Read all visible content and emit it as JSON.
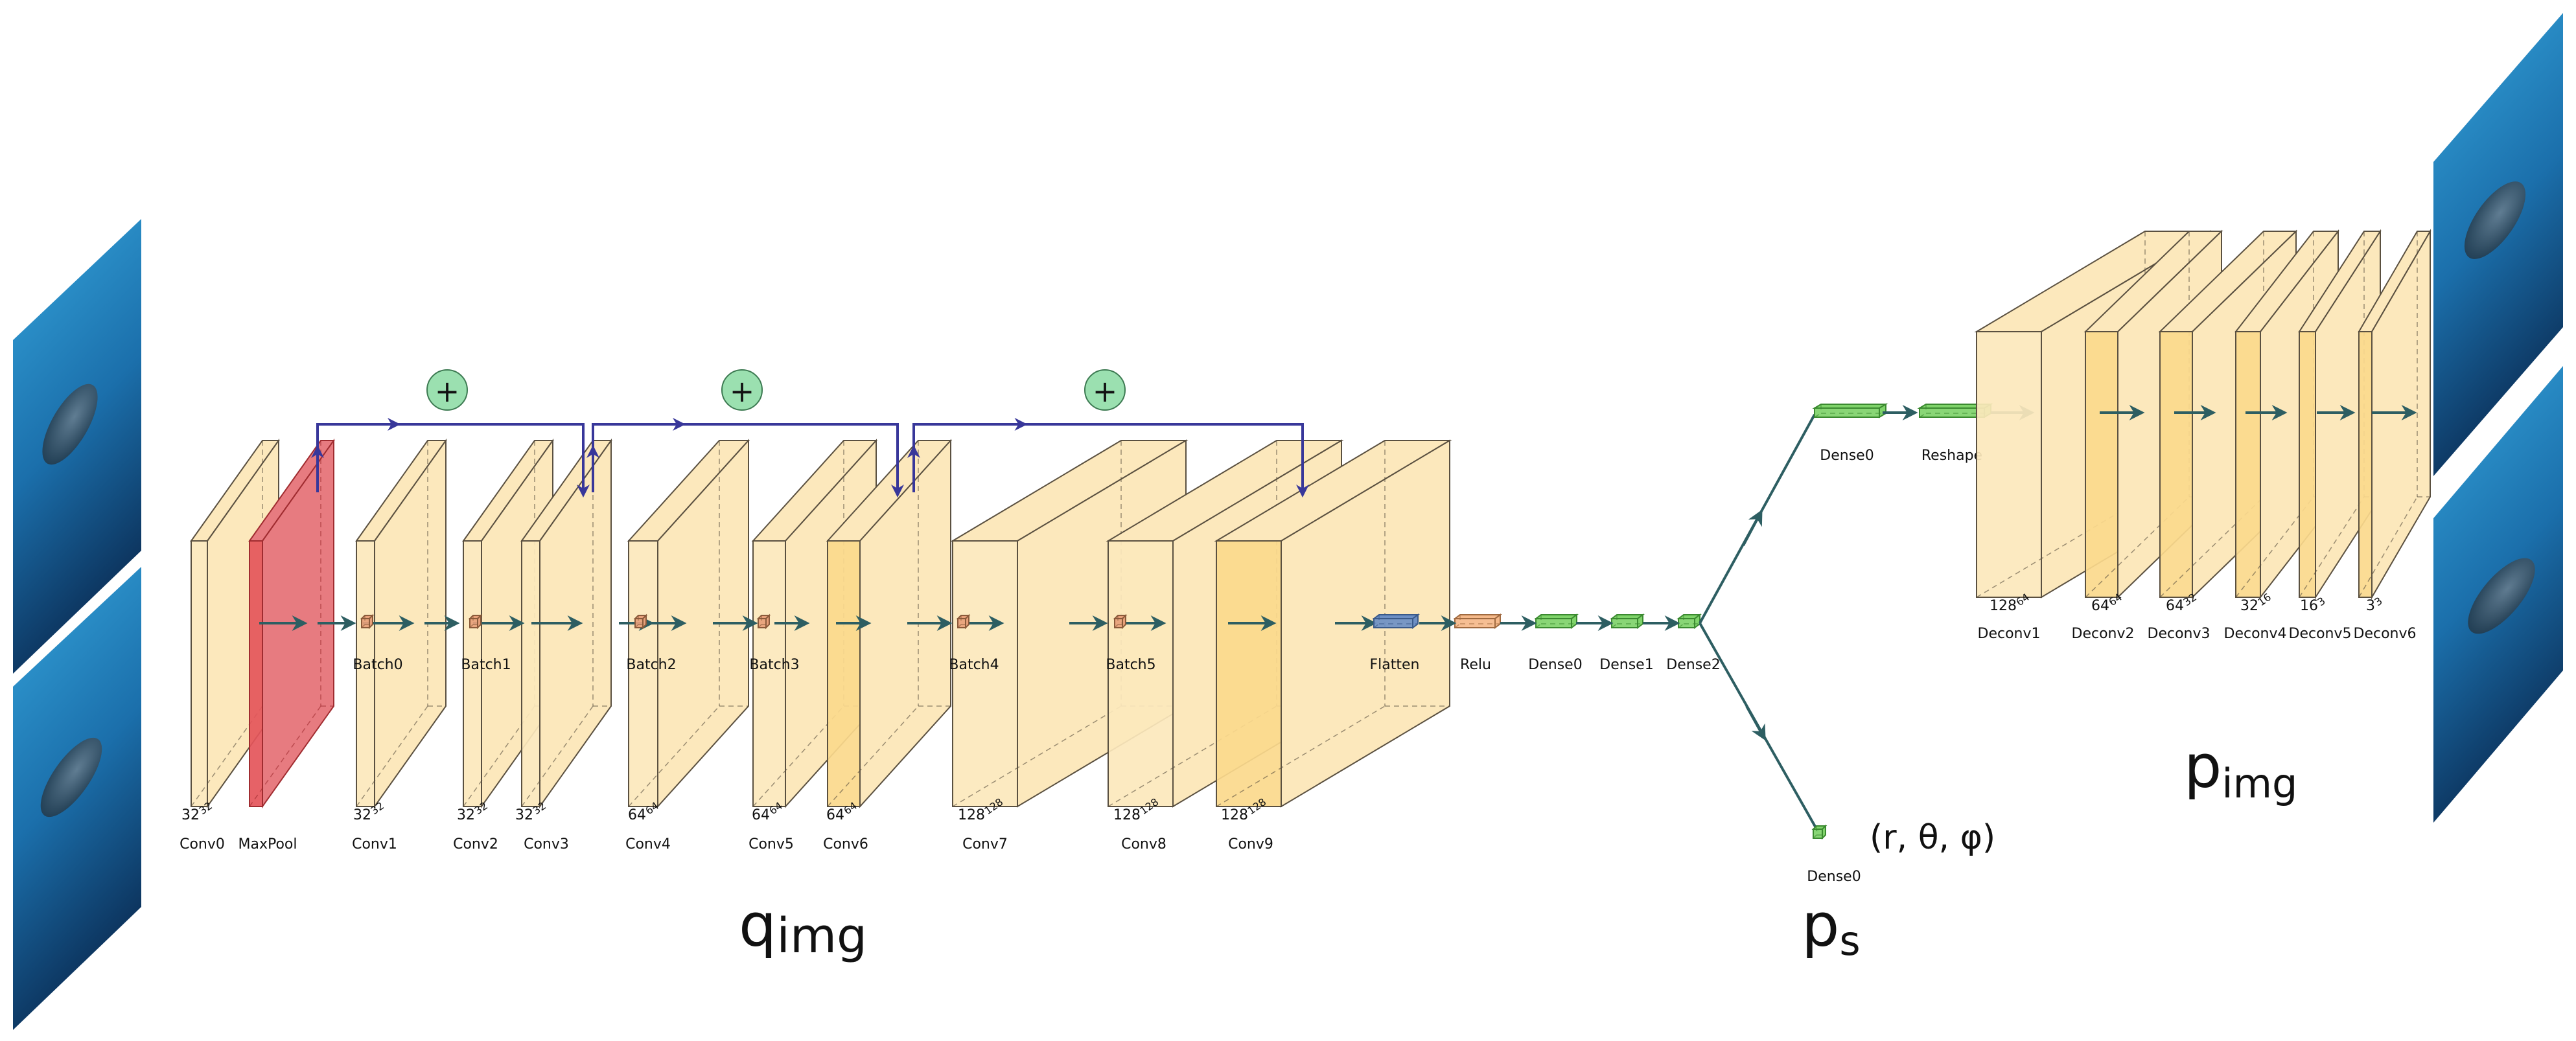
{
  "titles": {
    "encoder_main": "q",
    "encoder_sub": "img",
    "pose_main": "p",
    "pose_sub": "s",
    "decoder_main": "p",
    "decoder_sub": "img",
    "pose_output": "(r, θ, φ)"
  },
  "encoder_layers": [
    {
      "name": "Conv0",
      "size": "32",
      "depth": "32",
      "type": "conv"
    },
    {
      "name": "MaxPool",
      "size": "",
      "depth": "",
      "type": "pool"
    },
    {
      "name": "Conv1",
      "size": "32",
      "depth": "32",
      "type": "conv"
    },
    {
      "name": "Conv2",
      "size": "32",
      "depth": "32",
      "type": "conv"
    },
    {
      "name": "Conv3",
      "size": "32",
      "depth": "32",
      "type": "conv"
    },
    {
      "name": "Conv4",
      "size": "64",
      "depth": "64",
      "type": "conv"
    },
    {
      "name": "Conv5",
      "size": "64",
      "depth": "64",
      "type": "conv"
    },
    {
      "name": "Conv6",
      "size": "64",
      "depth": "64",
      "type": "conv"
    },
    {
      "name": "Conv7",
      "size": "128",
      "depth": "128",
      "type": "conv"
    },
    {
      "name": "Conv8",
      "size": "128",
      "depth": "128",
      "type": "conv"
    },
    {
      "name": "Conv9",
      "size": "128",
      "depth": "128",
      "type": "conv"
    }
  ],
  "batch_labels": [
    "Batch0",
    "Batch1",
    "Batch2",
    "Batch3",
    "Batch4",
    "Batch5"
  ],
  "residual_symbol": "+",
  "dense_chain": [
    "Flatten",
    "Relu",
    "Dense0",
    "Dense1",
    "Dense2"
  ],
  "decoder_top": [
    "Dense0",
    "Reshape"
  ],
  "pose_branch_label": "Dense0",
  "decoder_layers": [
    {
      "name": "Deconv1",
      "size": "128",
      "depth": "64"
    },
    {
      "name": "Deconv2",
      "size": "64",
      "depth": "64"
    },
    {
      "name": "Deconv3",
      "size": "64",
      "depth": "32"
    },
    {
      "name": "Deconv4",
      "size": "32",
      "depth": "16"
    },
    {
      "name": "Deconv5",
      "size": "16",
      "depth": "3"
    },
    {
      "name": "Deconv6",
      "size": "3",
      "depth": "3"
    }
  ],
  "colors": {
    "conv_fill": "#fce8bc",
    "conv_fill_dark": "#fbd98c",
    "conv_stroke": "#5a5040",
    "pool_fill": "#e4555a",
    "pool_stroke": "#a02c30",
    "arrow": "#2d5e62",
    "skip": "#38379a",
    "dense_fill": "#7fd36a",
    "flatten_fill": "#6d8fc4",
    "relu_fill": "#f5b98a",
    "plus_fill": "#9be0b0",
    "water_top": "#1f8fce",
    "water_bottom": "#0b2e56"
  }
}
